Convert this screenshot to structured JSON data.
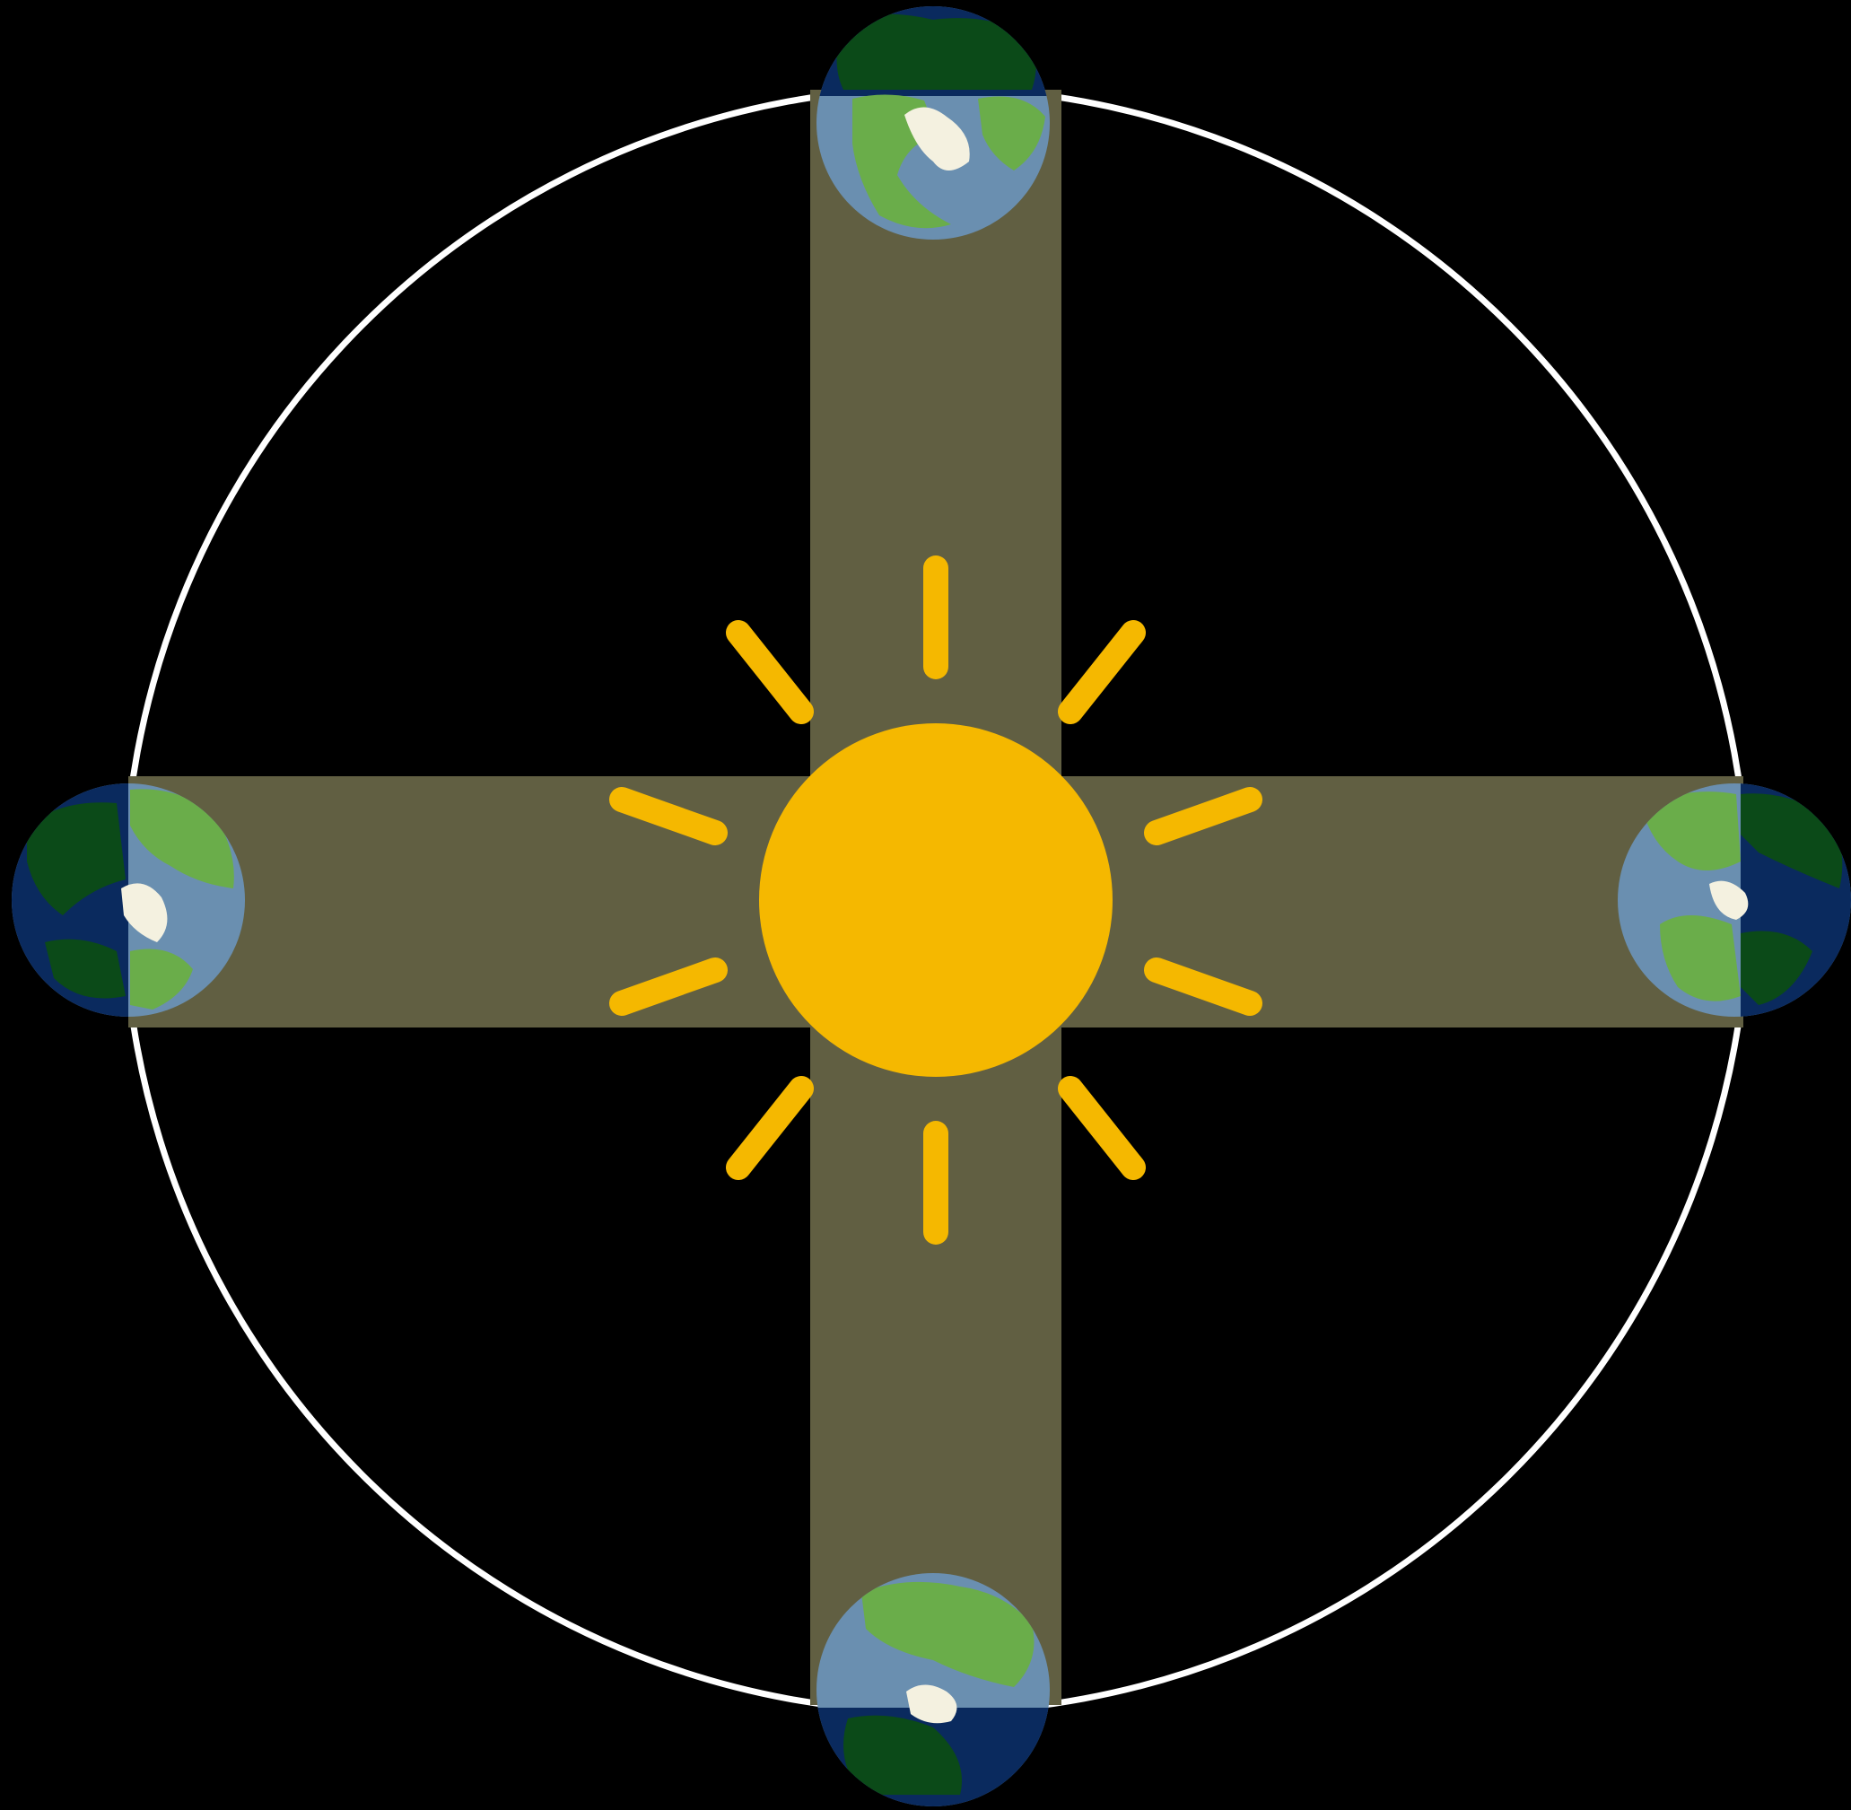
{
  "diagram": {
    "kind": "earth-orbit-around-sun",
    "earth_count": 4,
    "earth_positions": [
      "top",
      "right",
      "bottom",
      "left"
    ],
    "colors": {
      "background": "#000000",
      "orbit": "#ffffff",
      "sun": "#f5b800",
      "sun_rays": "#f5b800",
      "light_beam": "#615f42",
      "ocean_day": "#6a8fb0",
      "ocean_night": "#0a2a5e",
      "land_day": "#6aad4a",
      "land_night": "#0b4a18",
      "ice": "#f4f1e0"
    },
    "icons": {
      "sun": "sun-icon",
      "earth": "earth-globe-icon"
    }
  }
}
